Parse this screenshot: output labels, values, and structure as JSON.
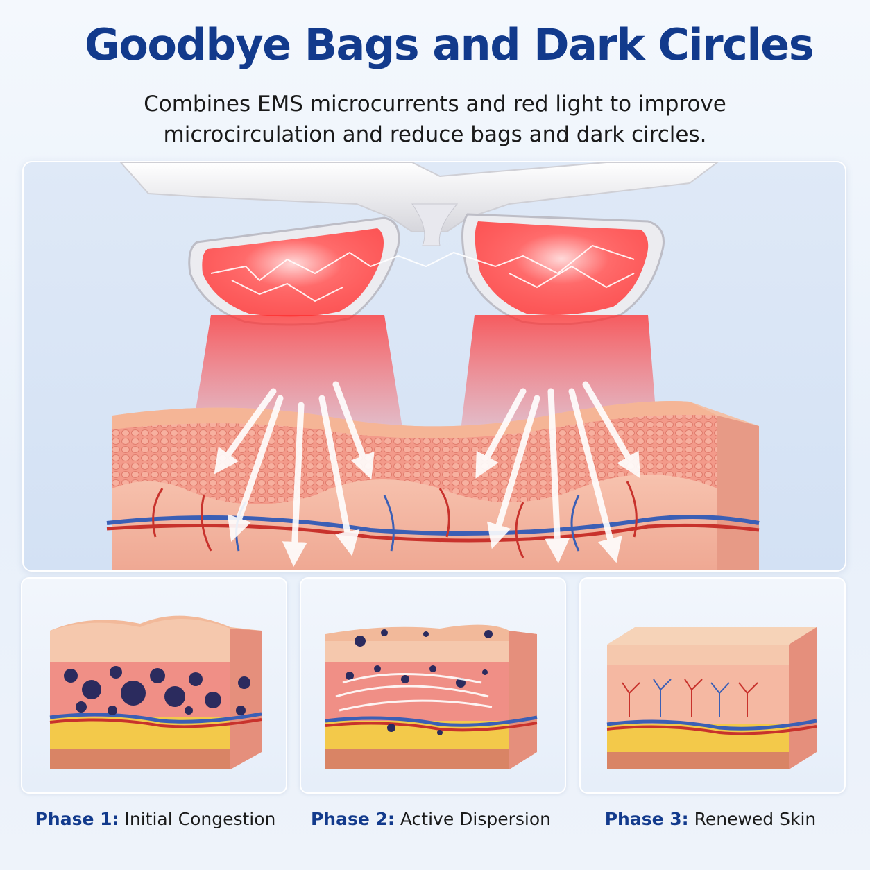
{
  "headline": "Goodbye Bags and Dark Circles",
  "subheadline": {
    "line1": "Combines EMS microcurrents and red light to improve",
    "line2": "microcirculation and reduce bags and dark circles."
  },
  "phases": [
    {
      "label": "Phase 1:",
      "description": "Initial Congestion"
    },
    {
      "label": "Phase 2:",
      "description": "Active Dispersion"
    },
    {
      "label": "Phase 3:",
      "description": "Renewed Skin"
    }
  ],
  "colors": {
    "headline": "#123a8c",
    "phase_label": "#123a8c",
    "red_light": "#ff3b3b",
    "skin_top": "#f2b99a",
    "epidermis": "#f08f86",
    "dermis": "#f5b8a2",
    "fat": "#f3c94a",
    "vein": "#3b5fb5",
    "artery": "#c8322c",
    "pigment": "#2b2b5e"
  },
  "icons": [
    "eye-massager-device",
    "lightning-icon",
    "arrow-down-icon",
    "skin-cross-section"
  ]
}
